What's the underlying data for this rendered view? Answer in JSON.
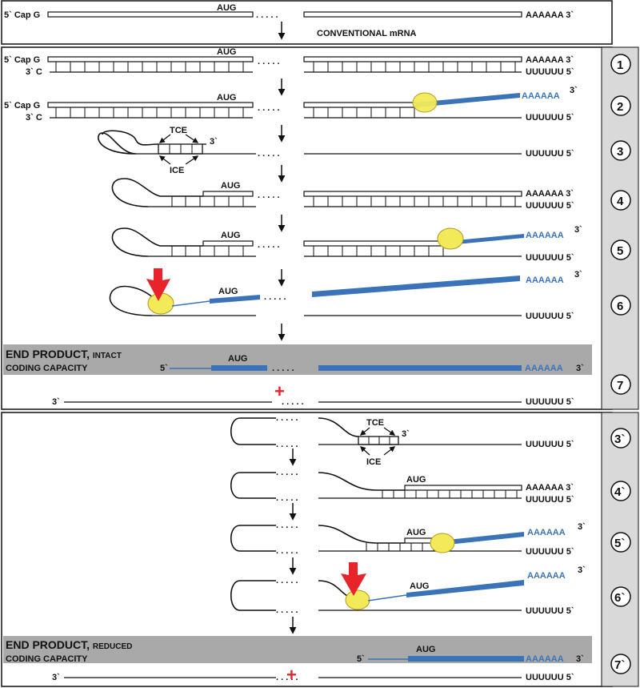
{
  "top": {
    "cap5": "5` Cap G",
    "aug": "AUG",
    "polyA": "AAAAAA 3`",
    "conventional": "CONVENTIONAL mRNA"
  },
  "labels": {
    "cap5": "5` Cap G",
    "c3": "3` C",
    "aug": "AUG",
    "polyA3": "AAAAAA 3`",
    "polyA": "AAAAAA",
    "polyU5": "UUUUUU 5`",
    "tce": "TCE",
    "ice": "ICE",
    "three_prime": "3`",
    "five_prime": "5`"
  },
  "steps": [
    "1",
    "2",
    "3",
    "4",
    "5",
    "6",
    "7"
  ],
  "steps_prime": [
    "3`",
    "4`",
    "5`",
    "6`",
    "7`"
  ],
  "end_product_intact": {
    "title": "END PRODUCT,",
    "sub": "INTACT",
    "line2": "CODING CAPACITY"
  },
  "end_product_reduced": {
    "title": "END PRODUCT,",
    "sub": "REDUCED",
    "line2": "CODING CAPACITY"
  },
  "plus": "+",
  "colors": {
    "blue": "#3a73b7",
    "yellow": "#f3ea5a",
    "red": "#e8242a",
    "gray": "#a9a9a9",
    "panel": "#d9d9d9"
  }
}
